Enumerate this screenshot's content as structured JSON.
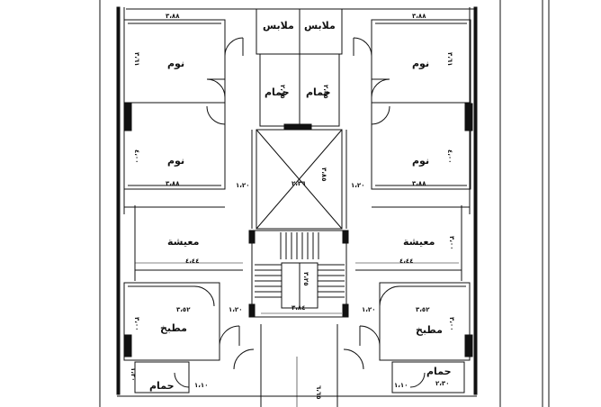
{
  "rooms": {
    "closet_left": "ملابس",
    "closet_right": "ملابس",
    "bed_top_left": "نوم",
    "bed_top_right": "نوم",
    "bath_top_left": "حمام",
    "bath_top_right": "حمام",
    "bed_mid_left": "نوم",
    "bed_mid_right": "نوم",
    "living_left": "معيشة",
    "living_right": "معيشة",
    "kitchen_left": "مطبخ",
    "kitchen_right": "مطبخ",
    "bath_bottom_left": "حمام",
    "bath_bottom_right": "حمام"
  },
  "dims": {
    "top_left_w": "٣،٨٨",
    "top_right_w": "٣،٨٨",
    "bed_top_left_h": "٣،٦١",
    "bed_top_right_h": "٣،٦١",
    "bath_left_h": "٢،٦٥",
    "bath_right_h": "٢،٦٥",
    "bed_mid_left_h": "٤،٠٠",
    "bed_mid_right_h": "٤،٠٠",
    "bed_mid_left_w": "٣،٨٨",
    "bed_mid_right_w": "٣،٨٨",
    "corr_left": "١،٢٠",
    "corr_right": "١،٢٠",
    "shaft_w": "٢،٣٦",
    "shaft_h": "٣،٨٥",
    "living_left_w": "٤،٤٤",
    "living_right_w": "٤،٤٤",
    "living_right_h": "٣،٠٠",
    "stair_w": "٣،٨٤",
    "stair_small": "٣،٢٥",
    "kitchen_left_w": "٣،٥٢",
    "kitchen_right_w": "٣،٥٢",
    "kitchen_left_h": "٣،٠٠",
    "kitchen_right_h": "٣،٠٠",
    "lobby_left": "١،٢٠",
    "lobby_right": "١،٢٠",
    "bath_bot_left_h": "١،٢٠",
    "bath_bot_left_w": "١،١٠",
    "bath_bot_right_w": "١،١٠",
    "bath_bot_right_h": "٢،٣٠",
    "entry_h": "٦،٦٥"
  }
}
